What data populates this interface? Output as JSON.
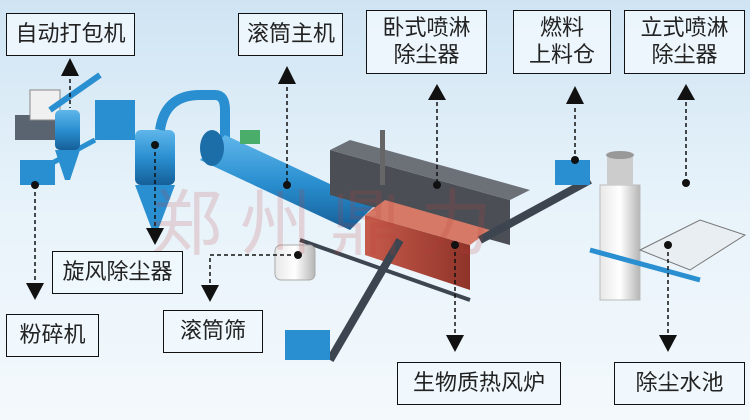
{
  "labels": {
    "auto_packer": "自动打包机",
    "drum_main": "滚筒主机",
    "horizontal_spray_l1": "卧式喷淋",
    "horizontal_spray_l2": "除尘器",
    "fuel_bin_l1": "燃料",
    "fuel_bin_l2": "上料仓",
    "vertical_spray_l1": "立式喷淋",
    "vertical_spray_l2": "除尘器",
    "cyclone": "旋风除尘器",
    "crusher": "粉碎机",
    "drum_screen": "滚筒筛",
    "biomass_furnace": "生物质热风炉",
    "dust_pool": "除尘水池"
  },
  "watermark": "郑州鼎力",
  "colors": {
    "machine_blue": "#2a8fd0",
    "furnace_red": "#b5473a",
    "frame_gray": "#3d4650"
  }
}
